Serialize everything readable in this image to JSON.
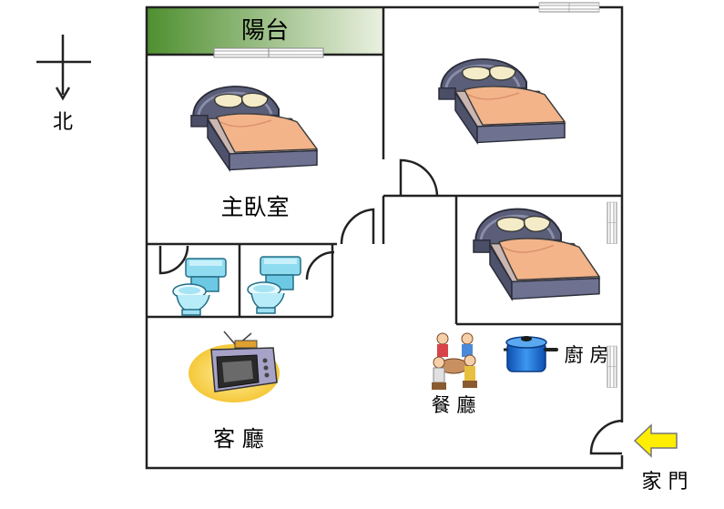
{
  "compass": {
    "label": "北"
  },
  "rooms": {
    "balcony": "陽台",
    "master_bedroom": "主臥室",
    "living_room": "客 廳",
    "dining_room": "餐 廳",
    "kitchen": "廚 房",
    "entrance": "家 門"
  },
  "icons": {
    "bed": "bed-icon",
    "toilet": "toilet-icon",
    "tv": "tv-icon",
    "dining": "dining-people-icon",
    "pot": "cooking-pot-icon",
    "arrow": "entrance-arrow-icon",
    "window": "window-icon",
    "door": "door-swing-icon"
  },
  "colors": {
    "balcony_fill": "#5e9a3e",
    "arrow": "#ffee00",
    "pot": "#1e73d8",
    "bed_frame": "#555a72",
    "bed_cover": "#f2b48a",
    "toilet": "#7fd6ee"
  }
}
